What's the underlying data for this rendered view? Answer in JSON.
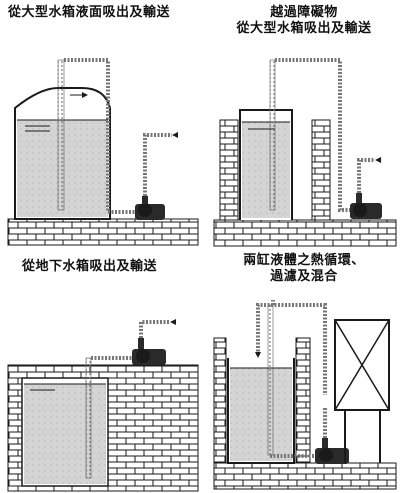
{
  "panels": [
    {
      "id": "large-tank-surface",
      "caption": [
        "從大型水箱液面吸出及輸送"
      ]
    },
    {
      "id": "over-obstacle",
      "caption": [
        "越過障礙物",
        "從大型水箱吸出及輸送"
      ]
    },
    {
      "id": "underground-tank",
      "caption": [
        "從地下水箱吸出及輸送"
      ]
    },
    {
      "id": "two-tank-circulation",
      "caption": [
        "兩缸液體之熱循環、",
        "過濾及混合"
      ]
    }
  ],
  "colors": {
    "ink": "#1a1a1a",
    "liquid": "#cfcfcf",
    "brick": "#ffffff",
    "pipe": "#7a7a7a"
  }
}
